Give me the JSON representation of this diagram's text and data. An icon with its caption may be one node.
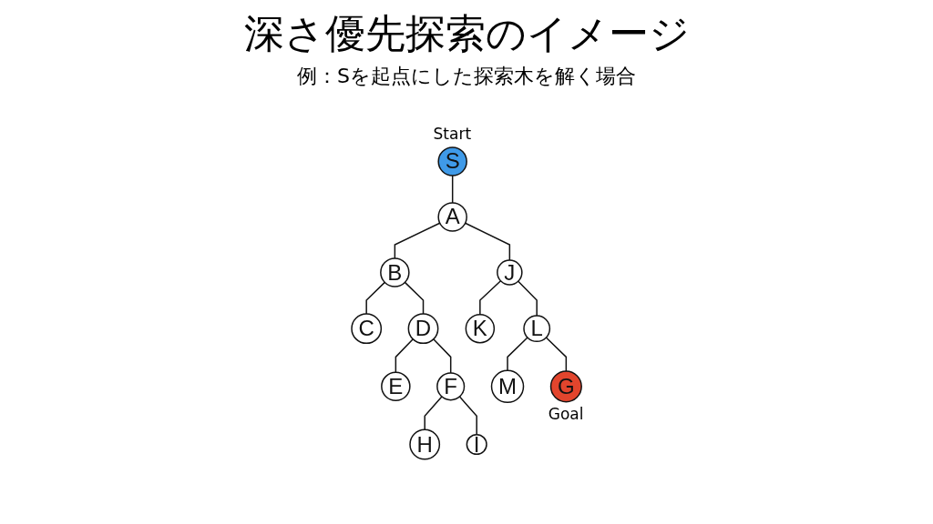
{
  "diagram": {
    "title": "深さ優先探索のイメージ",
    "nodes": [
      {
        "text": [
          "S"
        ],
        "beside": [
          "Start"
        ]
      },
      {
        "text": [
          "A"
        ]
      },
      {
        "text": [
          "B"
        ]
      },
      {
        "text": [
          "J"
        ]
      },
      {
        "text": [
          "C"
        ]
      },
      {
        "text": [
          "D"
        ]
      },
      {
        "text": [
          "K"
        ]
      },
      {
        "text": [
          "L"
        ]
      },
      {
        "text": [
          "E"
        ]
      },
      {
        "text": [
          "F"
        ]
      },
      {
        "text": [
          "M"
        ]
      },
      {
        "text": [
          "G"
        ],
        "beside": [
          "Goal"
        ]
      },
      {
        "text": [
          "H"
        ]
      },
      {
        "text": [
          "I"
        ]
      }
    ],
    "edges": [
      {
        "from": 0,
        "to": 1,
        "arrow": "none"
      },
      {
        "from": 1,
        "to": 2,
        "arrow": "none"
      },
      {
        "from": 1,
        "to": 3,
        "arrow": "none"
      },
      {
        "from": 2,
        "to": 4,
        "arrow": "none"
      },
      {
        "from": 2,
        "to": 5,
        "arrow": "none"
      },
      {
        "from": 3,
        "to": 6,
        "arrow": "none"
      },
      {
        "from": 3,
        "to": 7,
        "arrow": "none"
      },
      {
        "from": 5,
        "to": 8,
        "arrow": "none"
      },
      {
        "from": 5,
        "to": 9,
        "arrow": "none"
      },
      {
        "from": 7,
        "to": 10,
        "arrow": "none"
      },
      {
        "from": 7,
        "to": 11,
        "arrow": "none"
      },
      {
        "from": 9,
        "to": 12,
        "arrow": "none"
      },
      {
        "from": 9,
        "to": 13,
        "arrow": "none"
      }
    ],
    "labels": [
      "例：Sを起点にした探索木を解く場合"
    ]
  }
}
